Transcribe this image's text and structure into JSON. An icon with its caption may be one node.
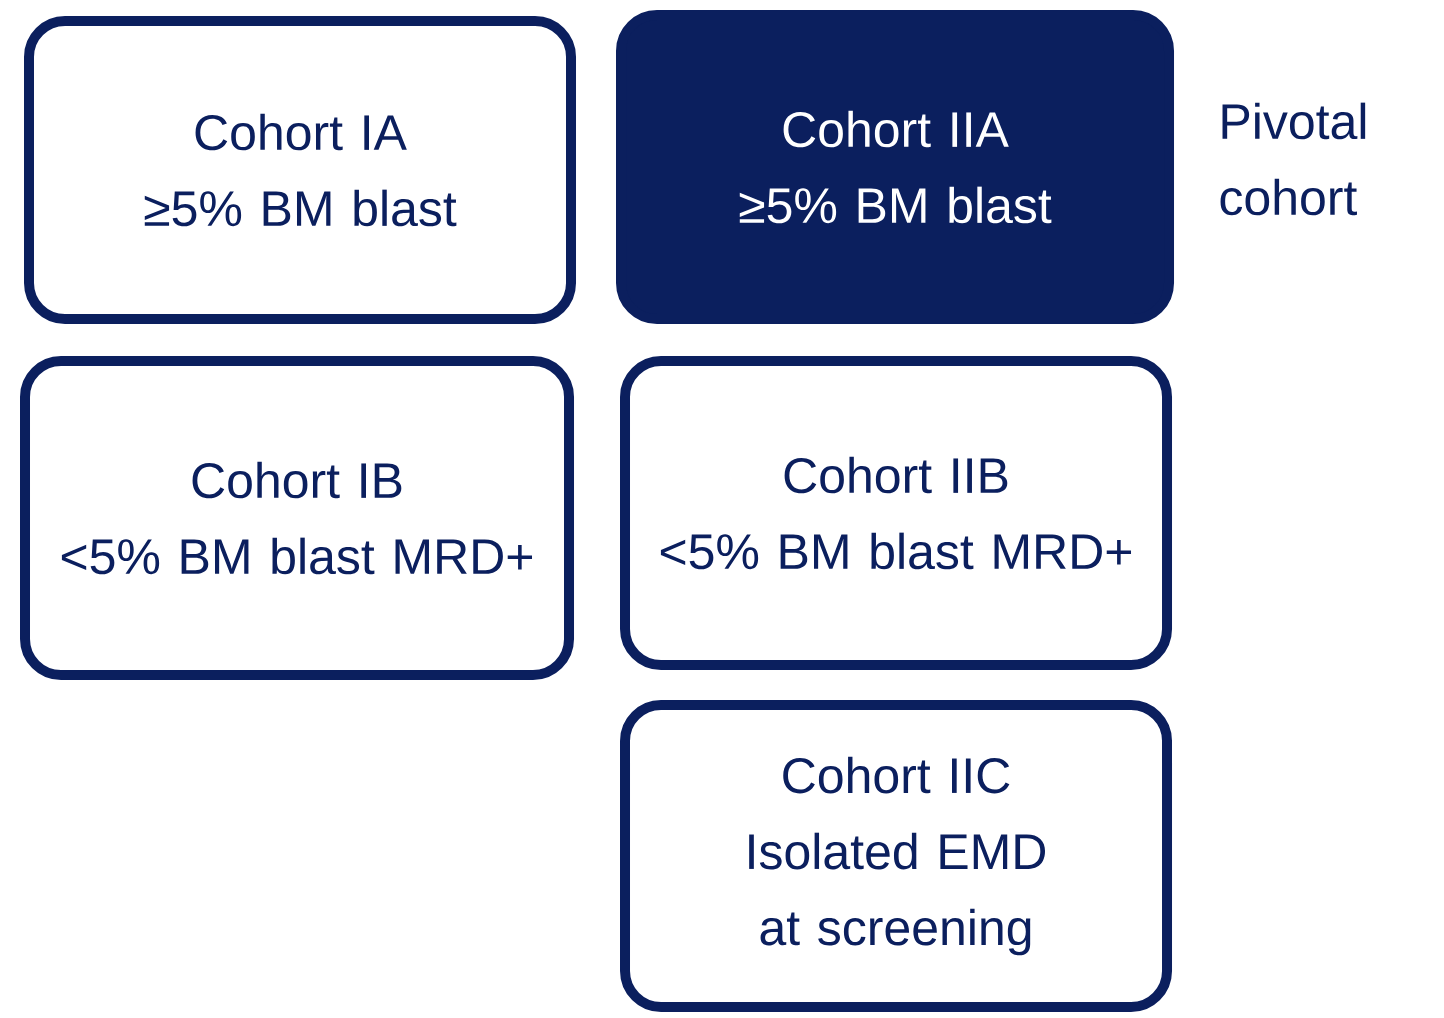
{
  "diagram": {
    "nodes": [
      {
        "text": [
          "Cohort IA",
          "≥5% BM blast"
        ]
      },
      {
        "text": [
          "Cohort IIA",
          "≥5% BM blast"
        ],
        "beside": [
          "Pivotal cohort"
        ]
      },
      {
        "text": [
          "Cohort IB",
          "<5% BM blast MRD+"
        ]
      },
      {
        "text": [
          "Cohort IIB",
          "<5% BM blast MRD+"
        ]
      },
      {
        "text": [
          "Cohort IIC",
          "Isolated EMD at screening"
        ]
      }
    ]
  }
}
